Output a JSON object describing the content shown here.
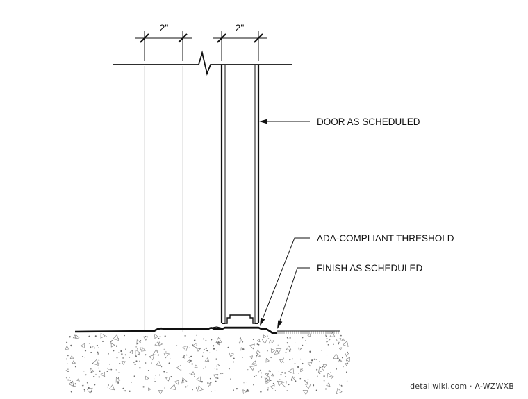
{
  "dimensions": {
    "left": "2\"",
    "right": "2\""
  },
  "callouts": {
    "door": "DOOR AS SCHEDULED",
    "threshold": "ADA-COMPLIANT THRESHOLD",
    "finish": "FINISH AS SCHEDULED"
  },
  "watermark": {
    "site": "detailwiki.com",
    "separator": "·",
    "code": "A-WZWXB"
  },
  "colors": {
    "ink": "#111111",
    "faint": "#bdbdbd",
    "paper": "#ffffff"
  }
}
